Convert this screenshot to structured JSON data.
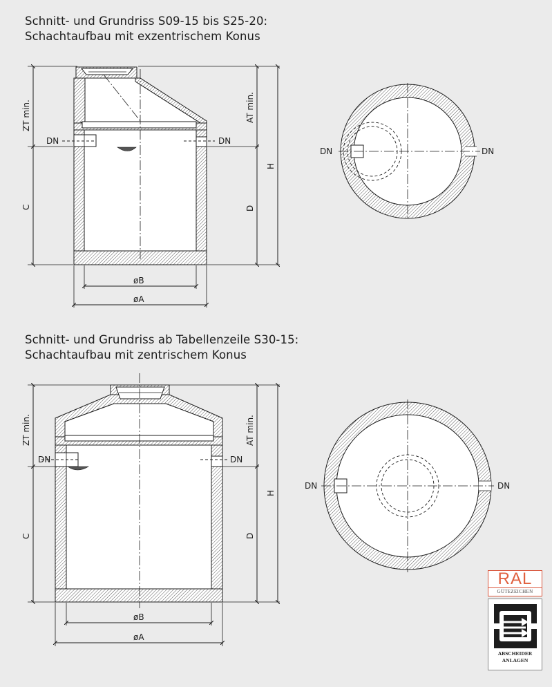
{
  "section1": {
    "caption_line1": "Schnitt- und Grundriss S09-15 bis S25-20:",
    "caption_line2": "Schachtaufbau mit exzentrischem Konus"
  },
  "section2": {
    "caption_line1": "Schnitt- und Grundriss ab Tabellenzeile S30-15:",
    "caption_line2": "Schachtaufbau mit zentrischem Konus"
  },
  "labels": {
    "zt": "ZT min.",
    "at": "AT min.",
    "c": "C",
    "d": "D",
    "h": "H",
    "dn": "DN",
    "b": "øB",
    "a": "øA"
  },
  "badges": {
    "ral": "RAL",
    "ral_sub": "GÜTEZEICHEN",
    "abscheider_line1": "ABSCHEIDER",
    "abscheider_line2": "ANLAGEN"
  },
  "colors": {
    "background": "#ebebeb",
    "ral_accent": "#e0603f",
    "line": "#1d1d1d"
  },
  "icons": [
    "abscheider-anlagen-icon"
  ]
}
